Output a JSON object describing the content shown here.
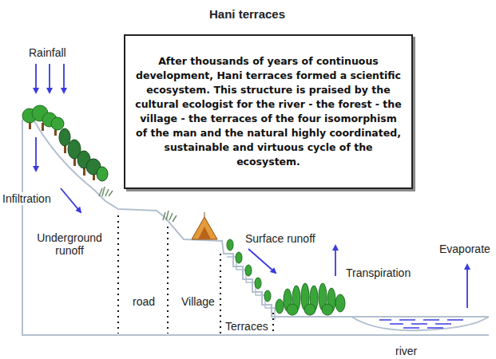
{
  "diagram": {
    "title": "Hani terraces",
    "nodes": [
      {
        "text": [
          "After thousands of years of continuous development, Hani terraces formed a scientific ecosystem. This structure is praised by the cultural ecologist for the river - the forest - the village - the terraces of the four isomorphism of the man and the natural highly coordinated, sustainable and virtuous cycle of the ecosystem."
        ]
      }
    ],
    "labels": [
      "Rainfall",
      "Infiltration",
      "Underground runoff",
      "road",
      "Village",
      "Surface runoff",
      "Transpiration",
      "Evaporate",
      "Terraces",
      "river"
    ]
  }
}
